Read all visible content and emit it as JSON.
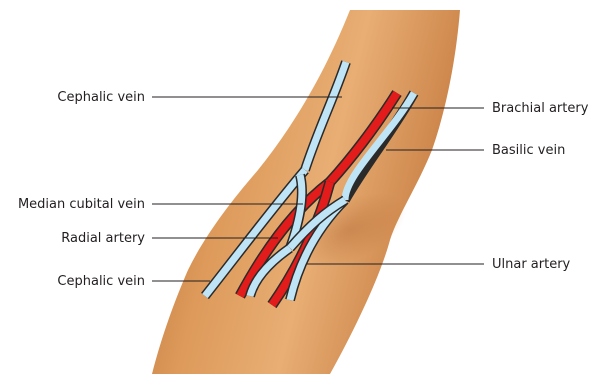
{
  "labels": {
    "cephalic_vein_upper": "Cephalic vein",
    "median_cubital_vein": "Median cubital vein",
    "radial_artery": "Radial artery",
    "cephalic_vein_lower": "Cephalic vein",
    "brachial_artery": "Brachial artery",
    "basilic_vein": "Basilic vein",
    "ulnar_artery": "Ulnar artery"
  },
  "colors": {
    "vein": "#bfe4f6",
    "vein_outline": "#2a2a2a",
    "artery": "#e21b1b",
    "artery_outline": "#2a2a2a",
    "skin_light": "#e8ad73",
    "skin_mid": "#d9914f",
    "skin_dark": "#b06a35"
  }
}
